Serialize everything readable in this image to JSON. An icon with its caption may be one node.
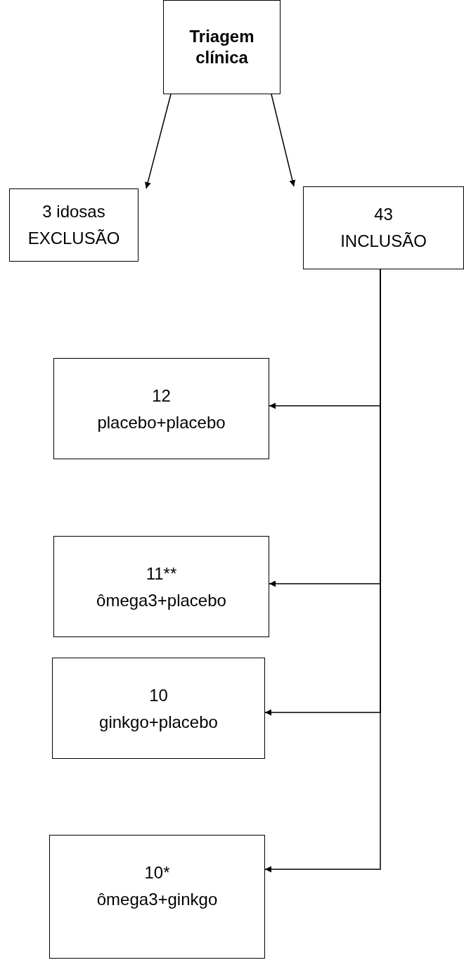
{
  "diagram": {
    "nodes": [
      {
        "text": [
          "Triagem clínica"
        ]
      },
      {
        "text": [
          "3 idosas",
          "EXCLUSÃO"
        ]
      },
      {
        "text": [
          "43",
          "INCLUSÃO"
        ]
      },
      {
        "text": [
          "12",
          "placebo+placebo"
        ]
      },
      {
        "text": [
          "11**",
          "ômega3+placebo"
        ]
      },
      {
        "text": [
          "10",
          "ginkgo+placebo"
        ]
      },
      {
        "text": [
          "10*",
          "ômega3+ginkgo"
        ]
      }
    ],
    "edges": [
      {
        "from": 0,
        "to": 1,
        "arrow": "to"
      },
      {
        "from": 0,
        "to": 2,
        "arrow": "to"
      },
      {
        "from": 2,
        "to": 3,
        "arrow": "to"
      },
      {
        "from": 2,
        "to": 4,
        "arrow": "to"
      },
      {
        "from": 2,
        "to": 5,
        "arrow": "to"
      },
      {
        "from": 2,
        "to": 6,
        "arrow": "to"
      }
    ]
  }
}
